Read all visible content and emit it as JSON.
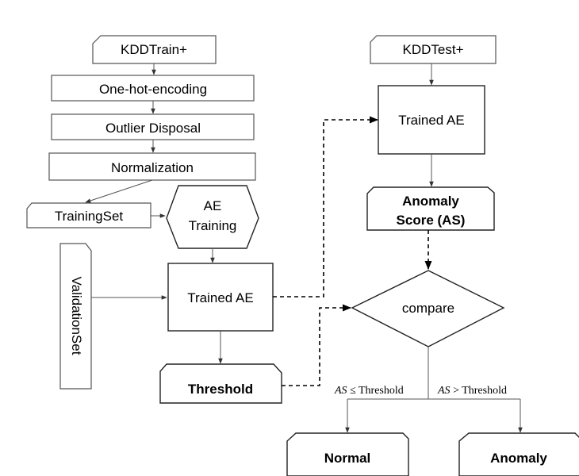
{
  "nodes": {
    "kdd_train": "KDDTrain+",
    "one_hot": "One-hot-encoding",
    "outlier": "Outlier Disposal",
    "normalization": "Normalization",
    "training_set": "TrainingSet",
    "ae_training_line1": "AE",
    "ae_training_line2": "Training",
    "validation_set": "ValidationSet",
    "trained_ae_left": "Trained AE",
    "threshold": "Threshold",
    "kdd_test": "KDDTest+",
    "trained_ae_right": "Trained AE",
    "anomaly_score_line1": "Anomaly",
    "anomaly_score_line2": "Score (AS)",
    "compare": "compare",
    "normal": "Normal",
    "anomaly": "Anomaly"
  },
  "edge_labels": {
    "left_var": "AS",
    "left_rest": " ≤ Threshold",
    "right_var": "AS",
    "right_rest": " > Threshold"
  }
}
